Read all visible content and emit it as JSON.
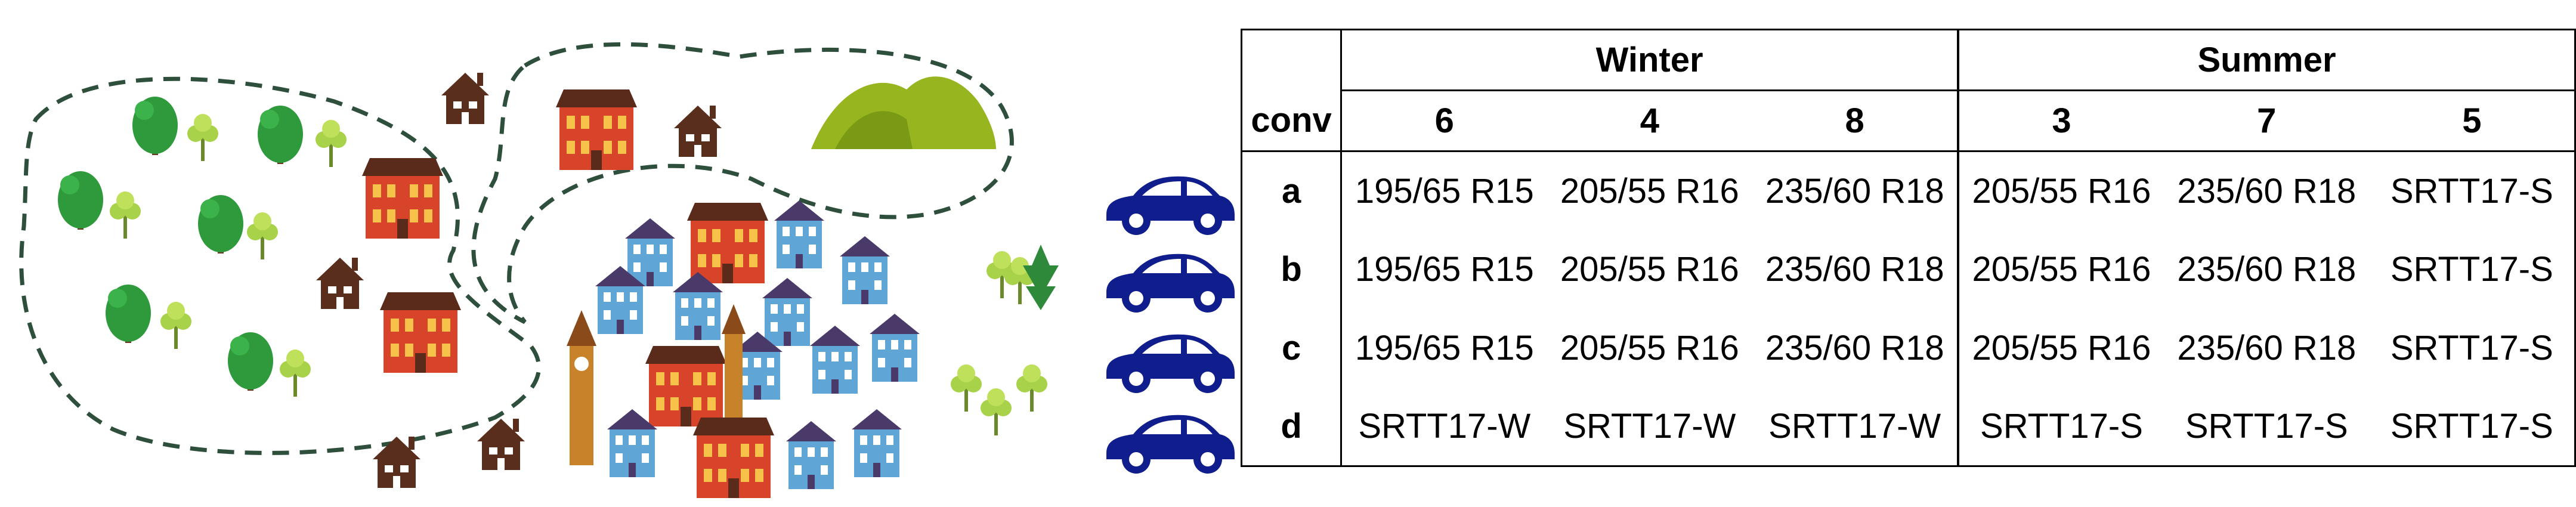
{
  "table": {
    "corner_label": "conv",
    "groups": [
      {
        "label": "Winter",
        "columns": [
          "6",
          "4",
          "8"
        ]
      },
      {
        "label": "Summer",
        "columns": [
          "3",
          "7",
          "5"
        ]
      }
    ],
    "rows": [
      {
        "label": "a",
        "cells": [
          "195/65 R15",
          "205/55 R16",
          "235/60 R18",
          "205/55 R16",
          "235/60 R18",
          "SRTT17-S"
        ]
      },
      {
        "label": "b",
        "cells": [
          "195/65 R15",
          "205/55 R16",
          "235/60 R18",
          "205/55 R16",
          "235/60 R18",
          "SRTT17-S"
        ]
      },
      {
        "label": "c",
        "cells": [
          "195/65 R15",
          "205/55 R16",
          "235/60 R18",
          "205/55 R16",
          "235/60 R18",
          "SRTT17-S"
        ]
      },
      {
        "label": "d",
        "cells": [
          "SRTT17-W",
          "SRTT17-W",
          "SRTT17-W",
          "SRTT17-S",
          "SRTT17-S",
          "SRTT17-S"
        ]
      }
    ]
  },
  "colors": {
    "car": "#0f1e8c",
    "dashed_boundary": "#2d4f3c",
    "tree_dark": "#2e9a3c",
    "tree_light": "#a8d24a",
    "house_red": "#d8442a",
    "roof_brown": "#5a2a1a",
    "hut_brown": "#5a2e1c",
    "hill_green": "#96b51e"
  },
  "icons": [
    "car-icon",
    "tree-icon",
    "house-icon",
    "hut-icon",
    "hill-icon",
    "city-cluster-icon"
  ]
}
